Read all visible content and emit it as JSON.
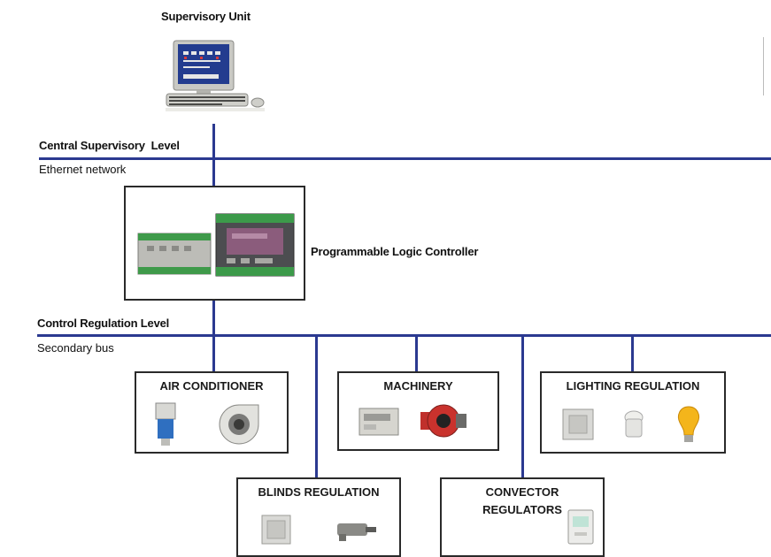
{
  "colors": {
    "bus": "#2b3990",
    "frame": "#2a2a2a"
  },
  "supervisory_unit": {
    "label": "Supervisory Unit",
    "icon": "computer-monitor-icon"
  },
  "central_level": {
    "label": "Central Supervisory  Level",
    "sublabel": "Ethernet network"
  },
  "plc": {
    "label": "Programmable Logic Controller",
    "icon": "plc-module-icon"
  },
  "control_level": {
    "label": "Control Regulation Level",
    "sublabel": "Secondary bus"
  },
  "subsystems": {
    "air_conditioner": {
      "title": "AIR CONDITIONER",
      "icons": [
        "valve-actuator-icon",
        "centrifugal-fan-icon"
      ]
    },
    "machinery": {
      "title": "MACHINERY",
      "icons": [
        "meter-module-icon",
        "circulation-pump-icon"
      ]
    },
    "lighting": {
      "title": "LIGHTING REGULATION",
      "icons": [
        "wall-switch-icon",
        "presence-sensor-icon",
        "light-bulb-icon"
      ]
    },
    "blinds": {
      "title": "BLINDS REGULATION",
      "icons": [
        "wall-switch-icon",
        "blind-motor-icon"
      ]
    },
    "convector": {
      "title_line1": "CONVECTOR",
      "title_line2": "REGULATORS",
      "icons": [
        "thermostat-icon"
      ]
    }
  }
}
